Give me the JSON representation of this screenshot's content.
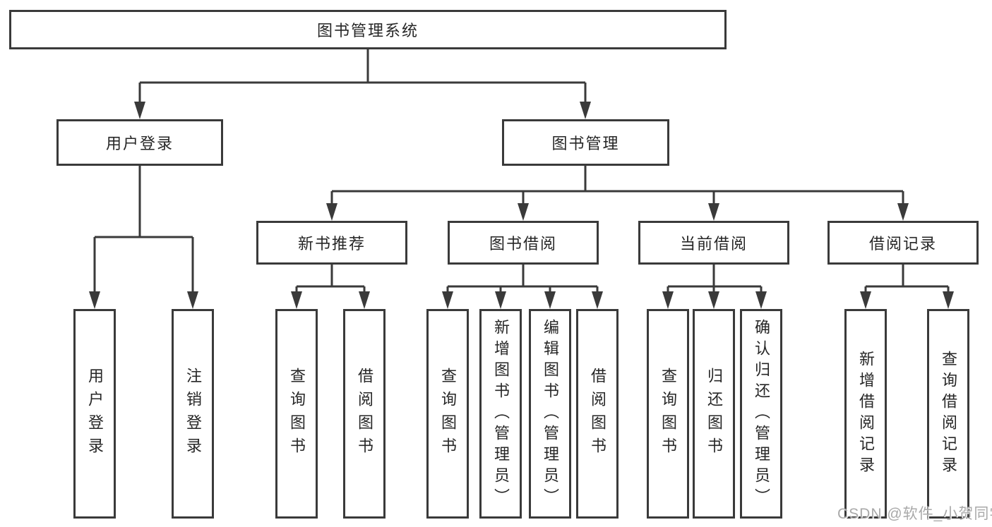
{
  "tree": {
    "root": "图书管理系统",
    "children": [
      {
        "label": "用户登录",
        "children": [
          "用户登录",
          "注销登录"
        ]
      },
      {
        "label": "图书管理",
        "children": [
          {
            "label": "新书推荐",
            "children": [
              "查询图书",
              "借阅图书"
            ]
          },
          {
            "label": "图书借阅",
            "children": [
              "查询图书",
              "新增图书（管理员）",
              "编辑图书（管理员）",
              "借阅图书"
            ]
          },
          {
            "label": "当前借阅",
            "children": [
              "查询图书",
              "归还图书",
              "确认归还（管理员）"
            ]
          },
          {
            "label": "借阅记录",
            "children": [
              "新增借阅记录",
              "查询借阅记录"
            ]
          }
        ]
      }
    ]
  },
  "watermark": "CSDN @软件_小贺同学",
  "colors": {
    "line": "#3a3a3a",
    "text": "#262626",
    "watermark": "#a9a9a9",
    "box_fill": "#ffffff",
    "background": "#ffffff"
  }
}
